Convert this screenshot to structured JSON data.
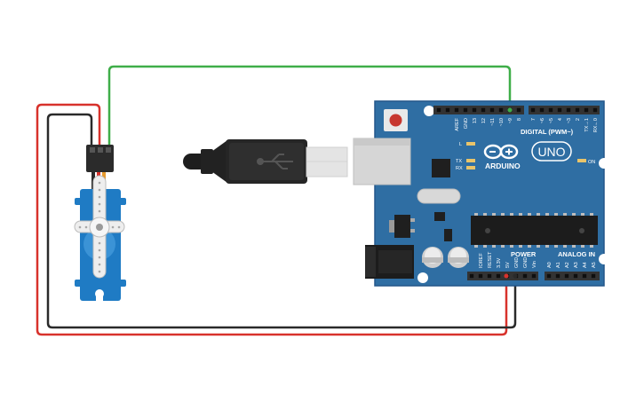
{
  "colors": {
    "board": "#2f6ea3",
    "board_edge": "#23578a",
    "wire_green": "#3fae49",
    "wire_red": "#d8322c",
    "wire_black": "#2a2a2a",
    "servo_blue": "#1f7bc4",
    "header_black": "#333333"
  },
  "board": {
    "brand_label": "ARDUINO",
    "model_label": "UNO",
    "digital_label": "DIGITAL (PWM~)",
    "power_label": "POWER",
    "analog_label": "ANALOG IN",
    "on_label": "ON",
    "led_labels": [
      "L",
      "TX",
      "RX"
    ],
    "digital_pins_left": [
      "AREF",
      "GND",
      "13",
      "12",
      "~11",
      "~10",
      "~9",
      "8"
    ],
    "digital_pins_right": [
      "7",
      "~6",
      "~5",
      "4",
      "~3",
      "2",
      "TX→1",
      "RX←0"
    ],
    "power_pins": [
      "IOREF",
      "RESET",
      "3.3V",
      "5V",
      "GND",
      "GND",
      "Vin"
    ],
    "analog_pins": [
      "A0",
      "A1",
      "A2",
      "A3",
      "A4",
      "A5"
    ]
  },
  "components": {
    "servo": "servo-motor",
    "usb": "usb-b-cable",
    "arduino": "arduino-uno-board"
  }
}
